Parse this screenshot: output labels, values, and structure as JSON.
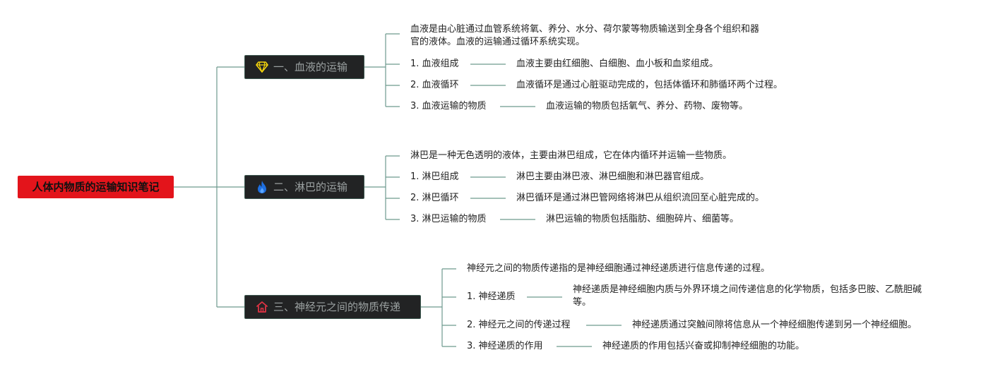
{
  "root": {
    "title": "人体内物质的运输知识笔记"
  },
  "branches": [
    {
      "label": "一、血液的运输",
      "icon": "diamond-icon",
      "icon_color": "#f5d40c",
      "intro": "血液是由心脏通过血管系统将氧、养分、水分、荷尔蒙等物质输送到全身各个组织和器官的液体。血液的运输通过循环系统实现。",
      "items": [
        {
          "label": "1. 血液组成",
          "detail": "血液主要由红细胞、白细胞、血小板和血浆组成。"
        },
        {
          "label": "2. 血液循环",
          "detail": "血液循环是通过心脏驱动完成的，包括体循环和肺循环两个过程。"
        },
        {
          "label": "3. 血液运输的物质",
          "detail": "血液运输的物质包括氧气、养分、药物、废物等。"
        }
      ]
    },
    {
      "label": "二、淋巴的运输",
      "icon": "flame-icon",
      "icon_color": "#1e6fe0",
      "intro": "淋巴是一种无色透明的液体，主要由淋巴组成，它在体内循环并运输一些物质。",
      "items": [
        {
          "label": "1. 淋巴组成",
          "detail": "淋巴主要由淋巴液、淋巴细胞和淋巴器官组成。"
        },
        {
          "label": "2. 淋巴循环",
          "detail": "淋巴循环是通过淋巴管网络将淋巴从组织流回至心脏完成的。"
        },
        {
          "label": "3. 淋巴运输的物质",
          "detail": "淋巴运输的物质包括脂肪、细胞碎片、细菌等。"
        }
      ]
    },
    {
      "label": "三、神经元之间的物质传递",
      "icon": "house-icon",
      "icon_color": "#e03344",
      "intro": "神经元之间的物质传递指的是神经细胞通过神经递质进行信息传递的过程。",
      "items": [
        {
          "label": "1. 神经递质",
          "detail": "神经递质是神经细胞内质与外界环境之间传递信息的化学物质，包括多巴胺、乙酰胆碱等。"
        },
        {
          "label": "2. 神经元之间的传递过程",
          "detail": "神经递质通过突触间隙将信息从一个神经细胞传递到另一个神经细胞。"
        },
        {
          "label": "3. 神经递质的作用",
          "detail": "神经递质的作用包括兴奋或抑制神经细胞的功能。"
        }
      ]
    }
  ],
  "colors": {
    "line": "#6e9a8e",
    "root_bg": "#e3141b",
    "branch_bg": "#222324"
  }
}
